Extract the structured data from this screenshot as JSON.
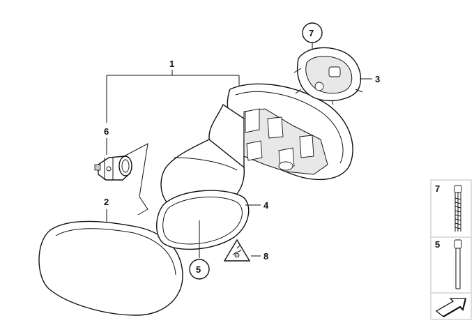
{
  "callouts": {
    "c1": "1",
    "c2": "2",
    "c3": "3",
    "c4": "4",
    "c5": "5",
    "c6": "6",
    "c7": "7",
    "c8": "8"
  },
  "hardware_legend": {
    "item_7": "7",
    "item_5": "5"
  },
  "icons": [
    "mirror-motor-icon",
    "mirror-glass-icon",
    "electric-plug-icon",
    "screw-icon",
    "bolt-icon",
    "navigation-arrow-icon"
  ]
}
